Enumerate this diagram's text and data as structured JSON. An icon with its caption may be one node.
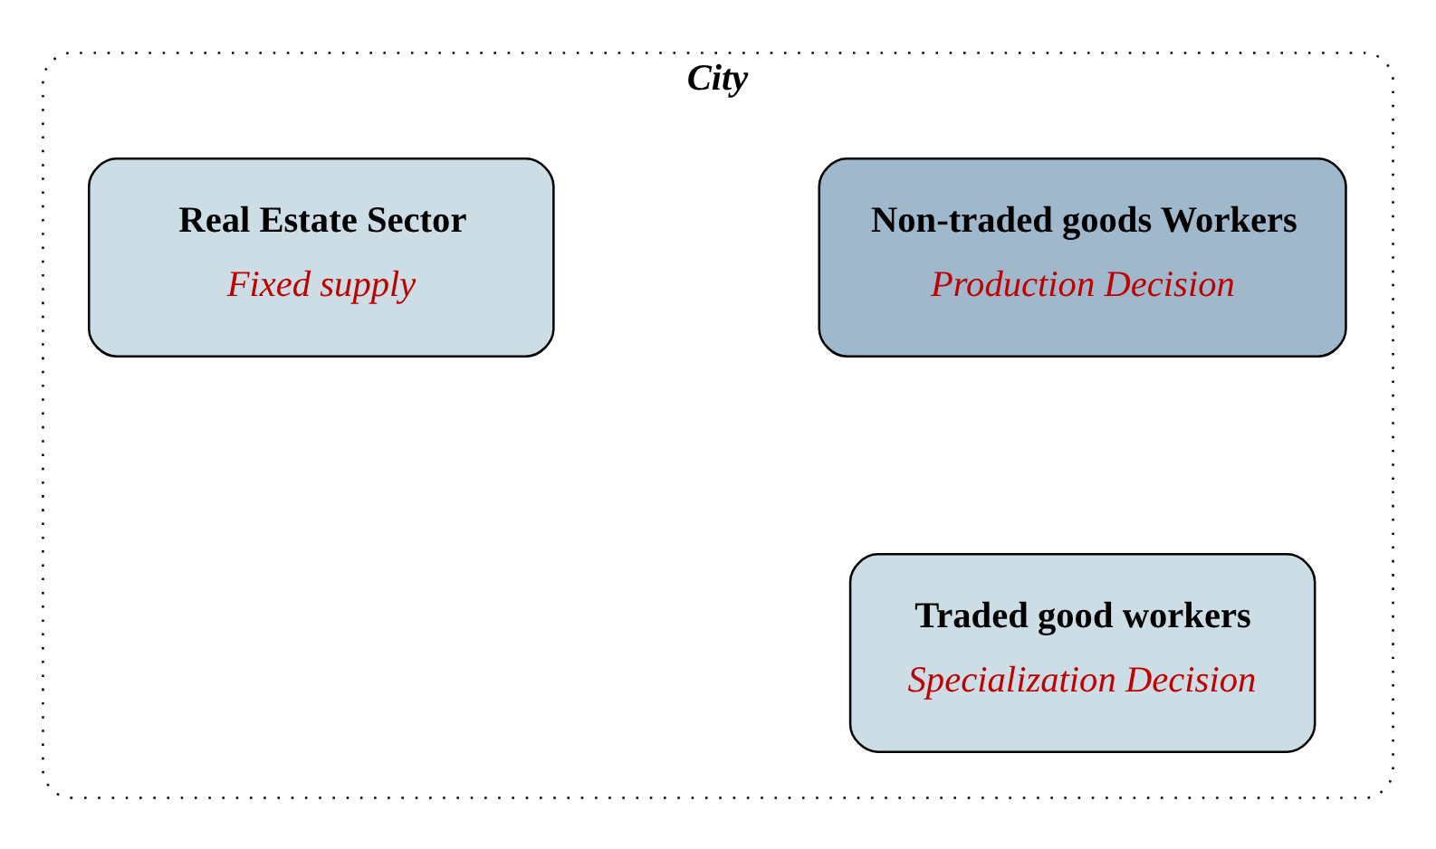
{
  "diagram": {
    "nodes": [
      {
        "text": [
          "City"
        ]
      },
      {
        "text": [
          "Non-traded goods Workers",
          "Production Decision"
        ],
        "in": 0
      },
      {
        "text": [
          "Real Estate Sector",
          "Fixed supply"
        ],
        "in": 0
      },
      {
        "text": [
          "Traded good workers",
          "Specialization Decision"
        ],
        "in": 0
      }
    ],
    "edges": []
  }
}
